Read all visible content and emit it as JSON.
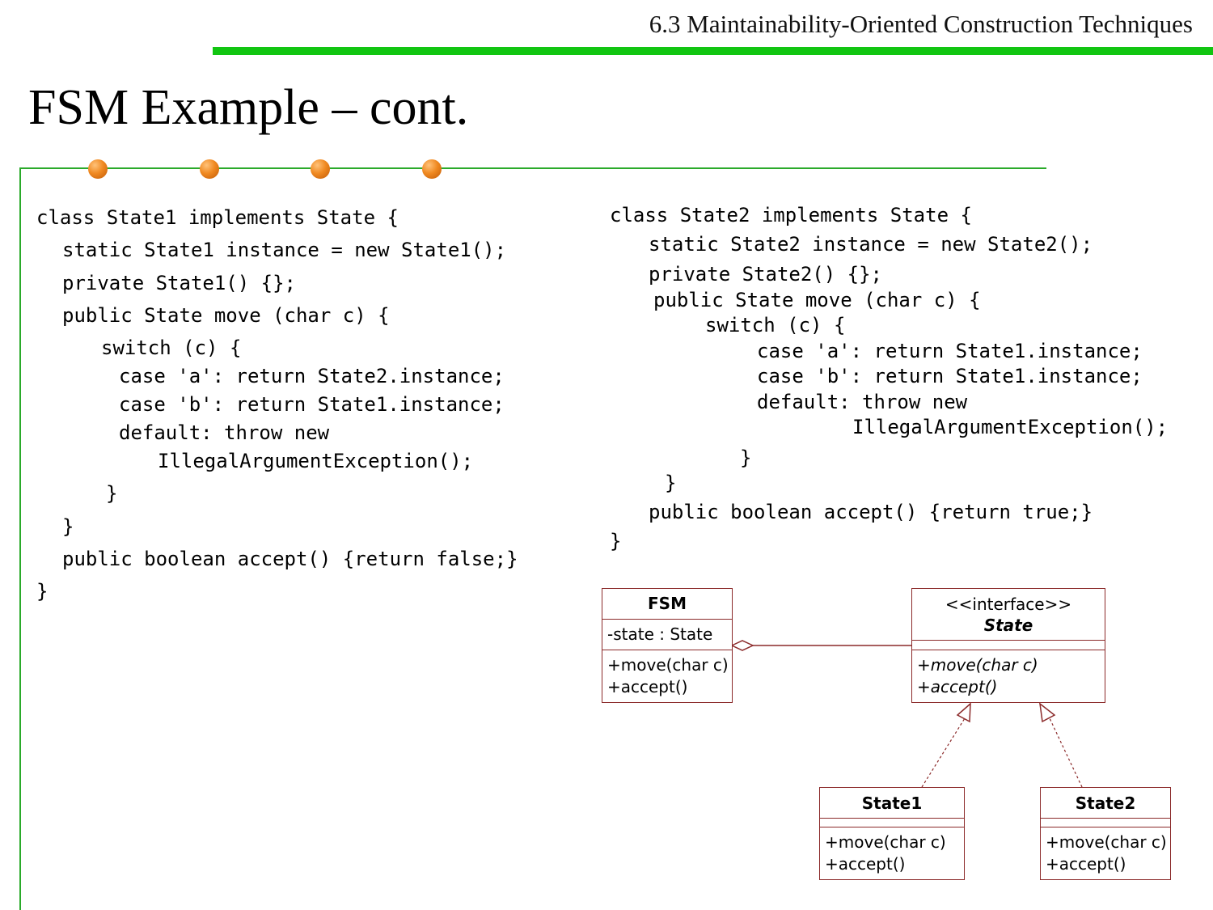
{
  "header": {
    "section_title": "6.3 Maintainability-Oriented Construction Techniques"
  },
  "slide": {
    "title": "FSM Example – cont."
  },
  "code_left": {
    "lines": [
      "class State1 implements State {",
      "static State1 instance = new State1();",
      "private State1() {};",
      "public State move (char c) {",
      "switch (c) {",
      "case 'a': return State2.instance;",
      "case 'b': return State1.instance;",
      "default: throw new",
      "IllegalArgumentException();",
      "}",
      "}",
      "public boolean accept() {return false;}",
      "}"
    ]
  },
  "code_right": {
    "lines": [
      "class State2 implements State {",
      "static State2 instance = new State2();",
      "private State2() {};",
      "public State move (char c) {",
      "switch (c) {",
      "case 'a': return State1.instance;",
      "case 'b': return State1.instance;",
      "default: throw new",
      "IllegalArgumentException();",
      "}",
      "}",
      "public boolean accept() {return true;}",
      "}"
    ]
  },
  "uml": {
    "fsm": {
      "name": "FSM",
      "attribute": "-state : State",
      "methods": [
        "+move(char c)",
        "+accept()"
      ]
    },
    "state": {
      "stereotype": "<<interface>>",
      "name": "State",
      "methods": [
        "+move(char c)",
        "+accept()"
      ]
    },
    "state1": {
      "name": "State1",
      "methods": [
        "+move(char c)",
        "+accept()"
      ]
    },
    "state2": {
      "name": "State2",
      "methods": [
        "+move(char c)",
        "+accept()"
      ]
    }
  }
}
